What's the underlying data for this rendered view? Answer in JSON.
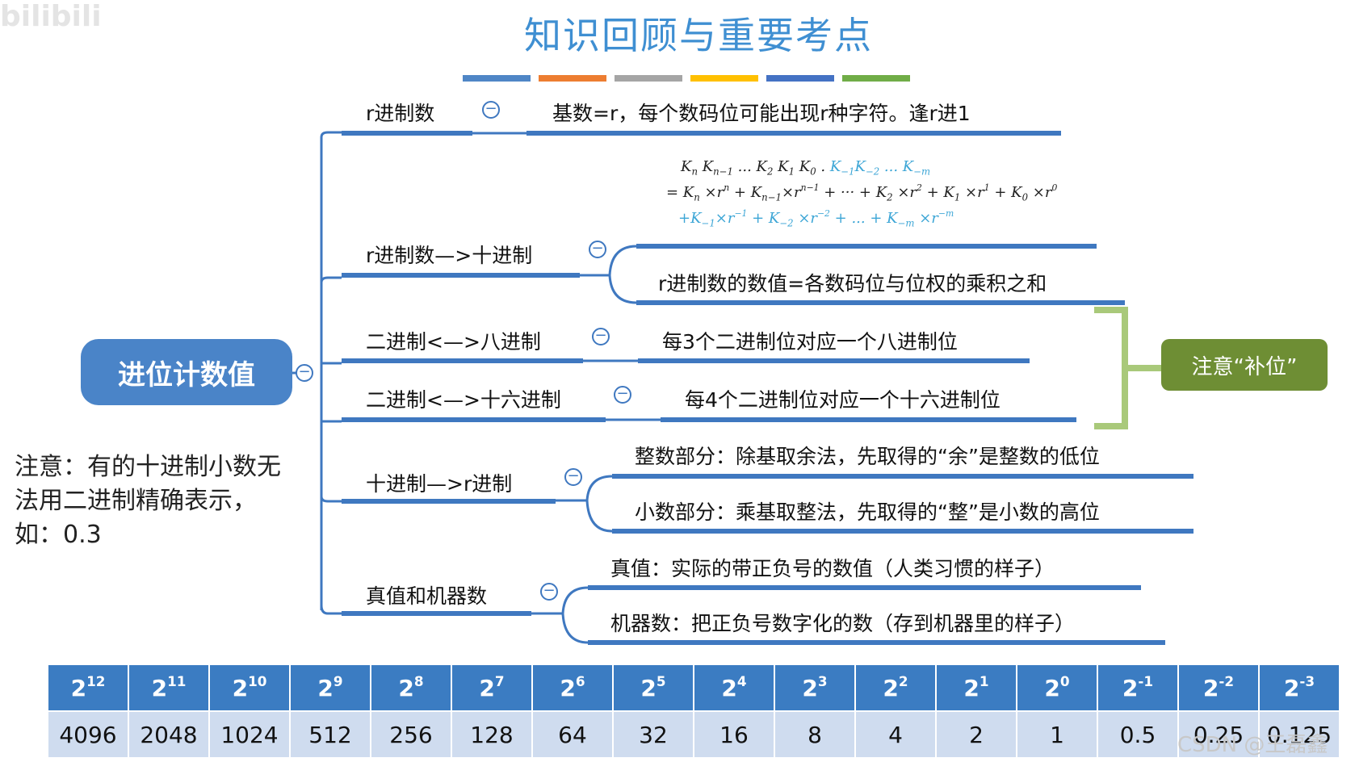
{
  "watermark": "bilibili",
  "title": "知识回顾与重要考点",
  "color_bars": [
    "#4f86c6",
    "#ed7d31",
    "#a5a5a5",
    "#ffc000",
    "#4472c4",
    "#70ad47"
  ],
  "central_topic": "进位计数值",
  "branches": [
    {
      "label": "r进制数",
      "detail": "基数=r，每个数码位可能出现r种字符。逢r进1"
    },
    {
      "label": "r进制数—>十进制",
      "detail": "r进制数的数值=各数码位与位权的乘积之和"
    },
    {
      "label": "二进制<—>八进制",
      "detail": "每3个二进制位对应一个八进制位"
    },
    {
      "label": "二进制<—>十六进制",
      "detail": "每4个二进制位对应一个十六进制位"
    },
    {
      "label": "十进制—>r进制",
      "details": [
        "整数部分：除基取余法，先取得的“余”是整数的低位",
        "小数部分：乘基取整法，先取得的“整”是小数的高位"
      ]
    },
    {
      "label": "真值和机器数",
      "details": [
        "真值：实际的带正负号的数值（人类习惯的样子）",
        "机器数：把正负号数字化的数（存到机器里的样子）"
      ]
    }
  ],
  "formula": {
    "line1": "K_n K_n-1 ... K_2 K_1 K_0 . K_-1 K_-2 ... K_-m",
    "line2": "= K_n ×r^n + K_n-1 ×r^n-1 + ··· + K_2 ×r^2 + K_1 ×r^1 + K_0 ×r^0",
    "line3": "+K_-1 ×r^-1 + K_-2 ×r^-2 + ... + K_-m ×r^-m",
    "frac_color": "#3da6d6"
  },
  "note_box": "注意“补位”",
  "side_note": "注意：有的十进制小数无法用二进制精确表示，如：0.3",
  "powers": {
    "headers": [
      "2^12",
      "2^11",
      "2^10",
      "2^9",
      "2^8",
      "2^7",
      "2^6",
      "2^5",
      "2^4",
      "2^3",
      "2^2",
      "2^1",
      "2^0",
      "2^-1",
      "2^-2",
      "2^-3"
    ],
    "exponents": [
      "12",
      "11",
      "10",
      "9",
      "8",
      "7",
      "6",
      "5",
      "4",
      "3",
      "2",
      "1",
      "0",
      "-1",
      "-2",
      "-3"
    ],
    "values": [
      "4096",
      "2048",
      "1024",
      "512",
      "256",
      "128",
      "64",
      "32",
      "16",
      "8",
      "4",
      "2",
      "1",
      "0.5",
      "0.25",
      "0.125"
    ]
  },
  "credit": "CSDN @王磊鑫",
  "colors": {
    "accent": "#4a84c8",
    "title": "#3f8fd2",
    "note": "#6e8e34",
    "bracket": "#a9c97a"
  }
}
